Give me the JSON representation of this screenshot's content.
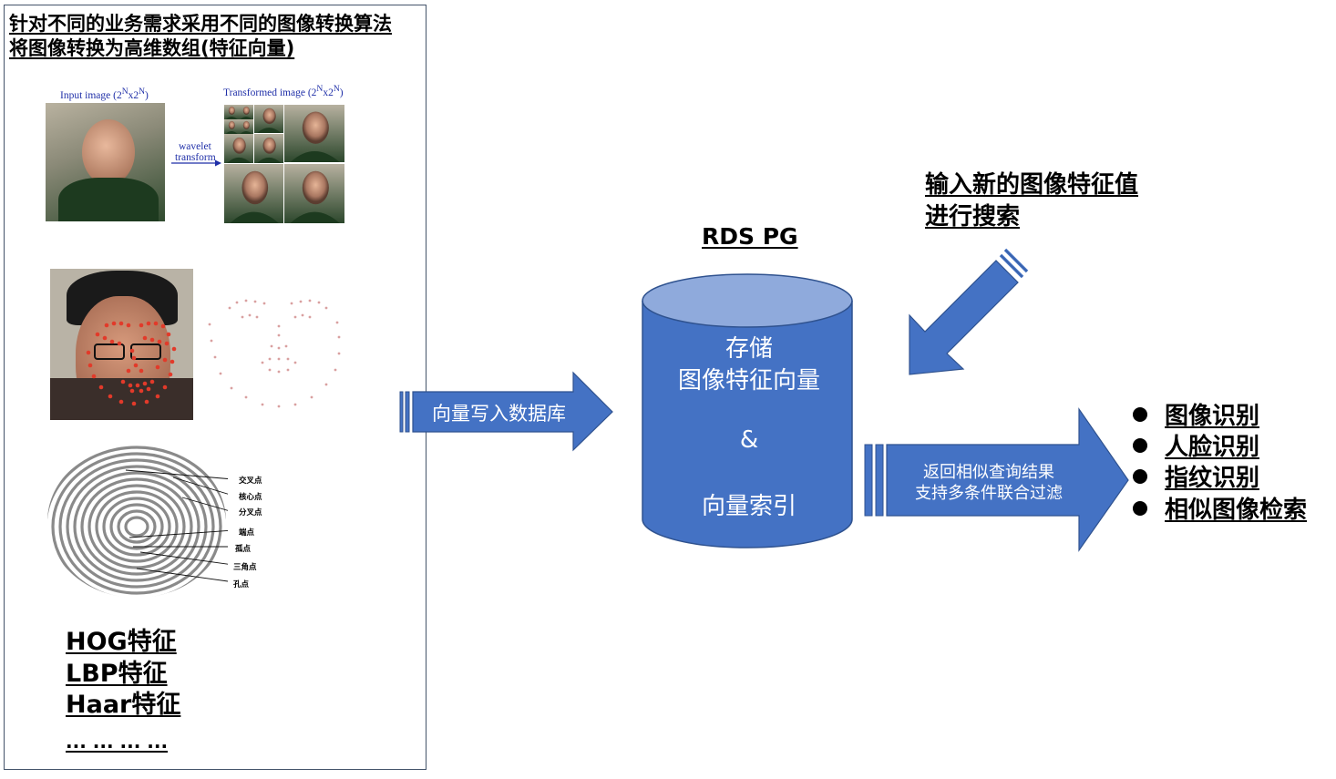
{
  "left": {
    "title_lines": [
      "针对不同的业务需求采用不同的图像转换算法",
      "将图像转换为高维数组(特征向量)"
    ],
    "wavelet": {
      "input_label": "Input image (2",
      "input_sup1": "N",
      "input_mid": "x2",
      "input_sup2": "N",
      "input_end": ")",
      "output_label": "Transformed image (2",
      "output_sup1": "N",
      "output_mid": "x2",
      "output_sup2": "N",
      "output_end": ")",
      "arrow_label_1": "wavelet",
      "arrow_label_2": "transform"
    },
    "fingerprint_labels": [
      "交叉点",
      "核心点",
      "分叉点",
      "端点",
      "孤点",
      "三角点",
      "孔点"
    ],
    "features": [
      "HOG特征",
      "LBP特征",
      "Haar特征",
      "... ... ... ..."
    ]
  },
  "center": {
    "write_arrow_label": "向量写入数据库",
    "db_title": "RDS PG",
    "db_lines": [
      "存储",
      "图像特征向量",
      "&",
      "向量索引"
    ],
    "search_label_lines": [
      "输入新的图像特征值",
      "进行搜索"
    ],
    "return_arrow_lines": [
      "返回相似查询结果",
      "支持多条件联合过滤"
    ]
  },
  "results": [
    "图像识别",
    "人脸识别",
    "指纹识别",
    "相似图像检索"
  ],
  "colors": {
    "accent": "#4472c4",
    "cylinder_top": "#8faadc",
    "outline": "#2f528f",
    "panel_border": "#44546a"
  }
}
